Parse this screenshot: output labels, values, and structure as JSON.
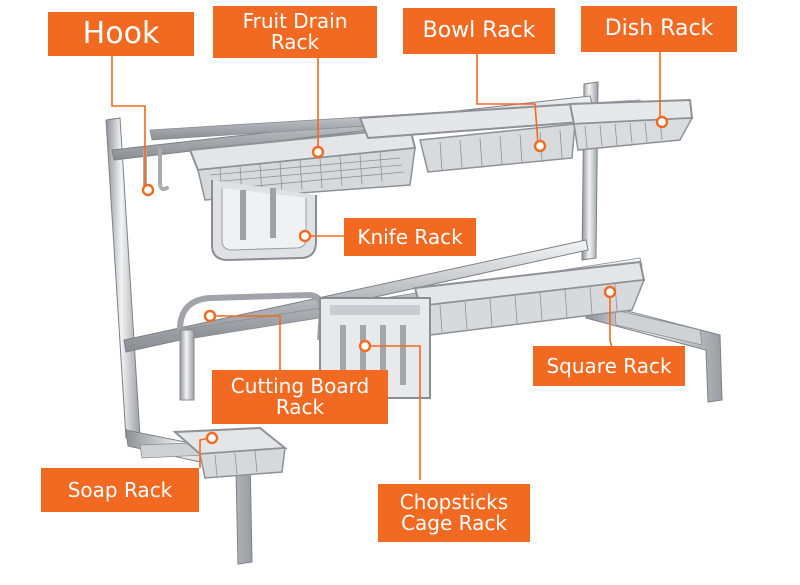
{
  "labels": {
    "hook": "Hook",
    "fruit_drain_line1": "Fruit Drain",
    "fruit_drain_line2": "Rack",
    "bowl": "Bowl Rack",
    "dish": "Dish Rack",
    "knife": "Knife Rack",
    "cutting_line1": "Cutting Board",
    "cutting_line2": "Rack",
    "square": "Square Rack",
    "soap": "Soap Rack",
    "chopsticks_line1": "Chopsticks",
    "chopsticks_line2": "Cage Rack"
  },
  "colors": {
    "label_bg": "#f26a21",
    "label_text": "#ffffff",
    "leader_line": "#f26a21",
    "steel": "#b9bcc0"
  }
}
